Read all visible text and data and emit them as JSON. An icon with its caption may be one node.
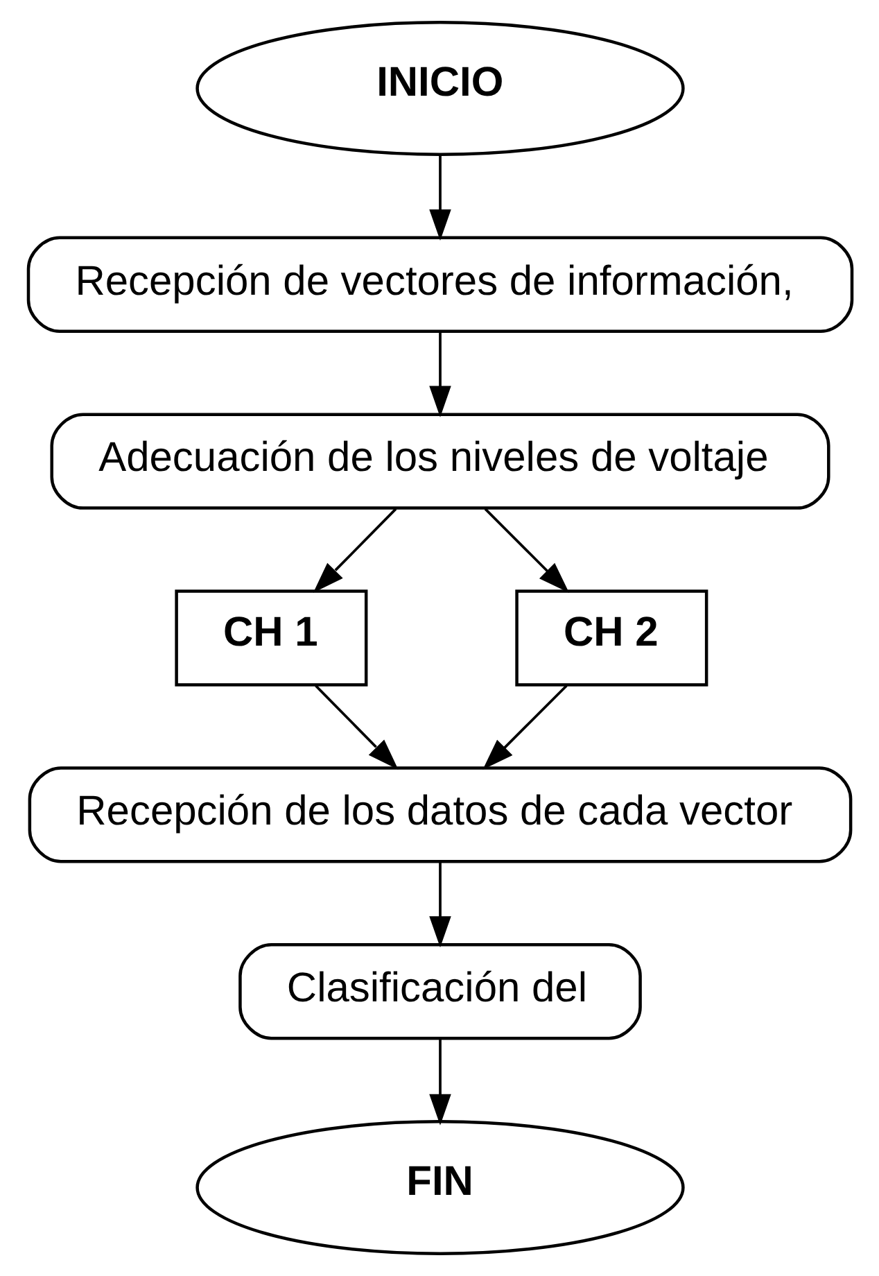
{
  "diagram": {
    "nodes": [
      {
        "text": [
          "INICIO"
        ]
      },
      {
        "text": [
          "Recepción de vectores de información,"
        ]
      },
      {
        "text": [
          "Adecuación de los niveles de voltaje"
        ]
      },
      {
        "text": [
          "CH 1"
        ]
      },
      {
        "text": [
          "CH 2"
        ]
      },
      {
        "text": [
          "Recepción de los datos de cada vector"
        ]
      },
      {
        "text": [
          "Clasificación del"
        ]
      },
      {
        "text": [
          "FIN"
        ]
      }
    ],
    "edges": [
      {
        "from": 0,
        "to": 1,
        "arrow": "to"
      },
      {
        "from": 1,
        "to": 2,
        "arrow": "to"
      },
      {
        "from": 2,
        "to": 3,
        "arrow": "to"
      },
      {
        "from": 2,
        "to": 4,
        "arrow": "to"
      },
      {
        "from": 3,
        "to": 5,
        "arrow": "to"
      },
      {
        "from": 4,
        "to": 5,
        "arrow": "to"
      },
      {
        "from": 5,
        "to": 6,
        "arrow": "to"
      },
      {
        "from": 6,
        "to": 7,
        "arrow": "to"
      }
    ]
  }
}
